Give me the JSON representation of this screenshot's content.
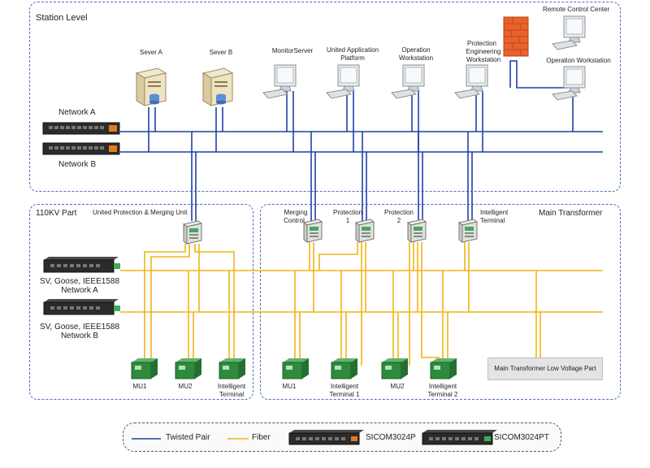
{
  "regions": {
    "station_level": "Station Level",
    "remote_control_center": "Remote Control Center",
    "kv110_part": "110KV Part",
    "main_transformer": "Main Transformer"
  },
  "station": {
    "server_a": "Sever A",
    "server_b": "Sever B",
    "monitor_server": "MonitorServer",
    "united_app_l1": "United Application",
    "united_app_l2": "Platform",
    "op_ws_l1": "Operation",
    "op_ws_l2": "Workstation",
    "prot_eng_l1": "Protection",
    "prot_eng_l2": "Engineering",
    "prot_eng_l3": "Workstation",
    "remote_op_ws": "Operation Workstation",
    "network_a": "Network A",
    "network_b": "Network B"
  },
  "process": {
    "united_protection_merging": "United Protection & Merging Unit",
    "merging_l1": "Merging",
    "merging_l2": "Control",
    "protection1_l1": "Protection",
    "protection1_l2": "1",
    "protection2_l1": "Protection",
    "protection2_l2": "2",
    "intelligent_l1": "Intelligent",
    "intelligent_l2": "Terminal",
    "switch_a_l1": "SV, Goose, IEEE1588",
    "switch_a_l2": "Network A",
    "switch_b_l1": "SV, Goose, IEEE1588",
    "switch_b_l2": "Network B",
    "mu1_left": "MU1",
    "mu2_left": "MU2",
    "it_left_l1": "Intelligent",
    "it_left_l2": "Terminal",
    "mu1_right": "MU1",
    "it1_l1": "Intelligent",
    "it1_l2": "Terminal 1",
    "mu2_right": "MU2",
    "it2_l1": "Intelligent",
    "it2_l2": "Terminal 2",
    "lv_part": "Main Transformer Low Voltage Part"
  },
  "legend": {
    "twisted_pair": "Twisted Pair",
    "fiber": "Fiber",
    "switch_p": "SICOM3024P",
    "switch_pt": "SICOM3024PT"
  },
  "colors": {
    "twisted_pair": "#1f3fa8",
    "fiber": "#f2b416",
    "region_border": "#4a6fb5",
    "firewall": "#e8622c",
    "ied_green": "#2e8b3c"
  }
}
